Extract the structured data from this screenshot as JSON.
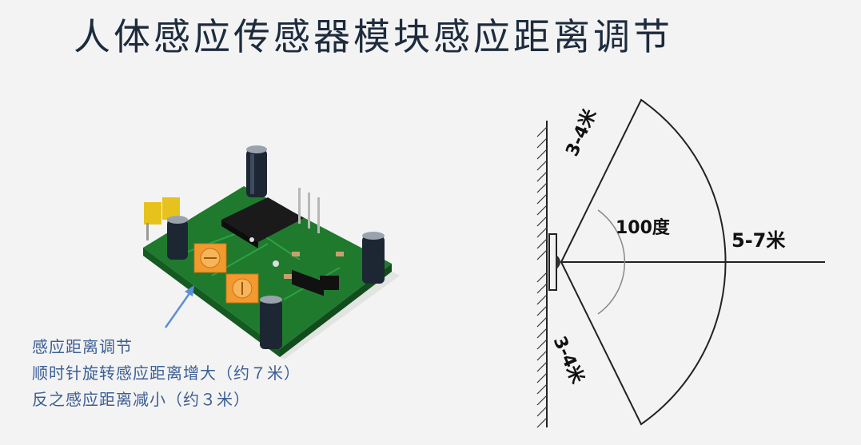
{
  "slide": {
    "title": "人体感应传感器模块感应距离调节"
  },
  "caption": {
    "line1": "感应距离调节",
    "line2": "顺时针旋转感应距离增大（约７米）",
    "line3": "反之感应距离减小（约３米）"
  },
  "diagram": {
    "angle_label": "100度",
    "range_label": "5-7米",
    "side_top_label": "3-4米",
    "side_bottom_label": "3-4米"
  },
  "colors": {
    "title": "#1d2b3d",
    "caption": "#3c5f95",
    "arrow": "#5b8fd6",
    "board_green": "#1f7a2e",
    "pot_orange": "#f29a2e"
  }
}
